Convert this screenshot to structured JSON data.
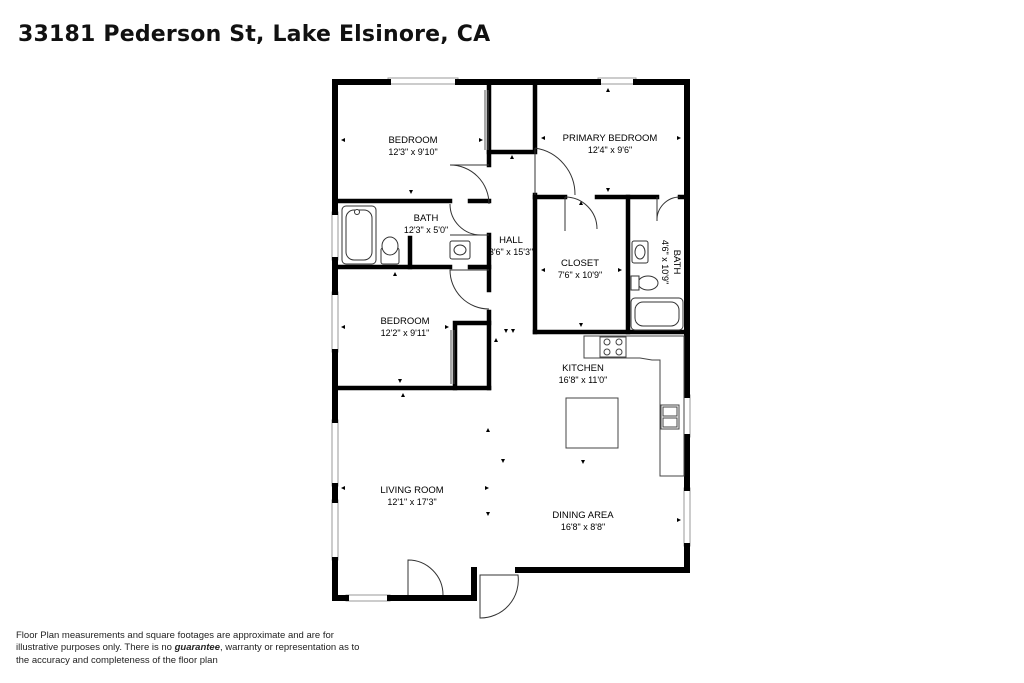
{
  "header": {
    "address": "33181 Pederson St, Lake Elsinore, CA"
  },
  "rooms": {
    "bedroom1": {
      "name": "BEDROOM",
      "dims": "12'3\" x 9'10\""
    },
    "primary": {
      "name": "PRIMARY BEDROOM",
      "dims": "12'4\" x 9'6\""
    },
    "bath1": {
      "name": "BATH",
      "dims": "12'3\" x 5'0\""
    },
    "hall": {
      "name": "HALL",
      "dims": "3'6\" x 15'3\""
    },
    "closet": {
      "name": "CLOSET",
      "dims": "7'6\" x 10'9\""
    },
    "bath2": {
      "name": "BATH",
      "dims": "4'6\" x 10'9\""
    },
    "bedroom2": {
      "name": "BEDROOM",
      "dims": "12'2\" x 9'11\""
    },
    "kitchen": {
      "name": "KITCHEN",
      "dims": "16'8\" x 11'0\""
    },
    "living": {
      "name": "LIVING ROOM",
      "dims": "12'1\" x 17'3\""
    },
    "dining": {
      "name": "DINING AREA",
      "dims": "16'8\" x 8'8\""
    }
  },
  "disclaimer": {
    "part1": "Floor Plan measurements and square footages are approximate and are for illustrative purposes only. There is no ",
    "emphasis": "guarantee",
    "part2": ", warranty or representation as to the accuracy and completeness of the floor plan"
  }
}
